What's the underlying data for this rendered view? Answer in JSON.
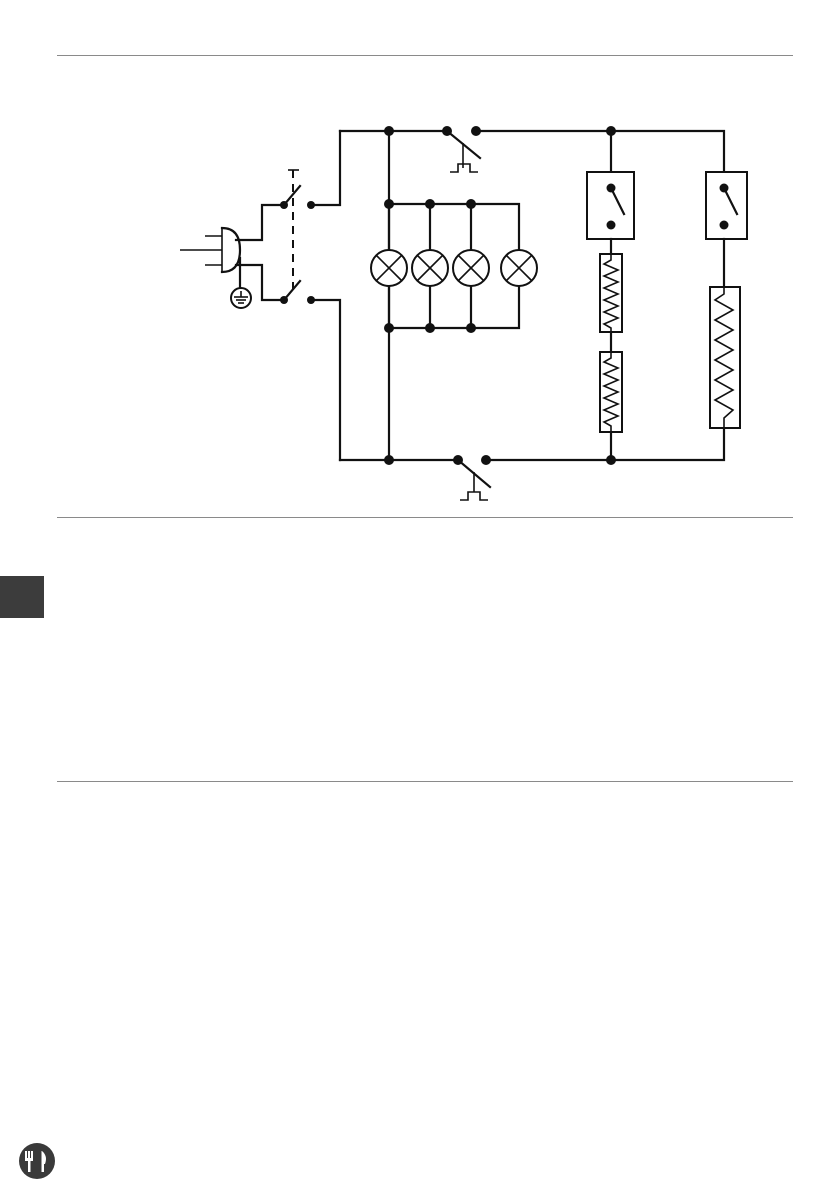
{
  "document": {
    "section_tab_color": "#3c3c3c",
    "rule_color": "#8a8a8a",
    "wire_color": "#111111"
  },
  "diagram": {
    "kind": "electrical wiring schematic",
    "components": [
      {
        "icon": "mains-plug-icon"
      },
      {
        "icon": "ground-symbol-icon"
      },
      {
        "icon": "double-pole-switch-icon"
      },
      {
        "icon": "door-switch-icon",
        "count": 2
      },
      {
        "icon": "lamp-icon",
        "count": 4
      },
      {
        "icon": "thermostat-icon",
        "count": 2
      },
      {
        "icon": "heating-element-icon",
        "count": 3
      }
    ]
  },
  "footer": {
    "icon": "cutlery-icon"
  }
}
